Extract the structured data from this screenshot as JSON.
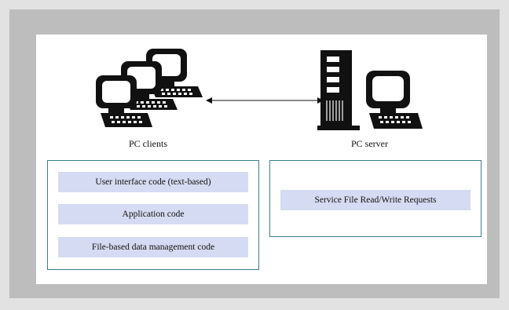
{
  "diagram": {
    "client_label": "PC clients",
    "server_label": "PC server",
    "client_panel": {
      "rows": [
        "User interface code (text-based)",
        "Application code",
        "File-based data management code"
      ]
    },
    "server_panel": {
      "rows": [
        "Service File Read/Write Requests"
      ]
    },
    "colors": {
      "panel_border": "#3b7f88",
      "row_fill": "#d5dbf2",
      "outer_frame": "#bdbdbd"
    },
    "icons": [
      "pc-clients-icon",
      "pc-server-icon",
      "bidirectional-arrow-icon"
    ]
  }
}
